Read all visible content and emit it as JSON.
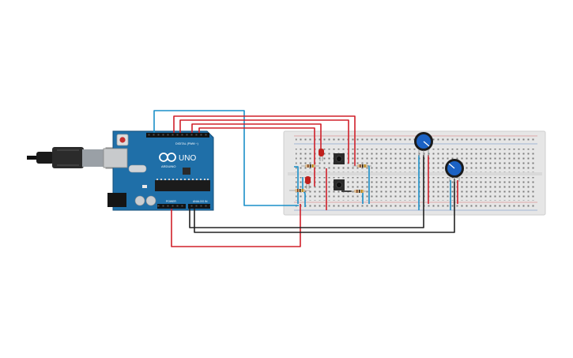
{
  "board": {
    "brand": "ARDUINO",
    "model": "UNO",
    "digital_label": "DIGITAL (PWM ~)",
    "power_label": "POWER",
    "analog_label": "ANALOG IN"
  },
  "colors": {
    "wire_red": "#d0202a",
    "wire_blue": "#1a8fc8",
    "wire_black": "#222222",
    "board_blue": "#1f6fa8",
    "breadboard": "#e6e6e6",
    "led_red": "#c0201c",
    "pot_blue": "#1b62c4"
  },
  "components": [
    {
      "name": "usb-cable",
      "type": "cable"
    },
    {
      "name": "arduino-uno",
      "type": "board"
    },
    {
      "name": "breadboard",
      "type": "breadboard"
    },
    {
      "name": "led-1",
      "type": "led",
      "color": "red"
    },
    {
      "name": "led-2",
      "type": "led",
      "color": "red"
    },
    {
      "name": "pushbutton-1",
      "type": "pushbutton"
    },
    {
      "name": "pushbutton-2",
      "type": "pushbutton"
    },
    {
      "name": "potentiometer-1",
      "type": "potentiometer"
    },
    {
      "name": "potentiometer-2",
      "type": "potentiometer"
    }
  ]
}
